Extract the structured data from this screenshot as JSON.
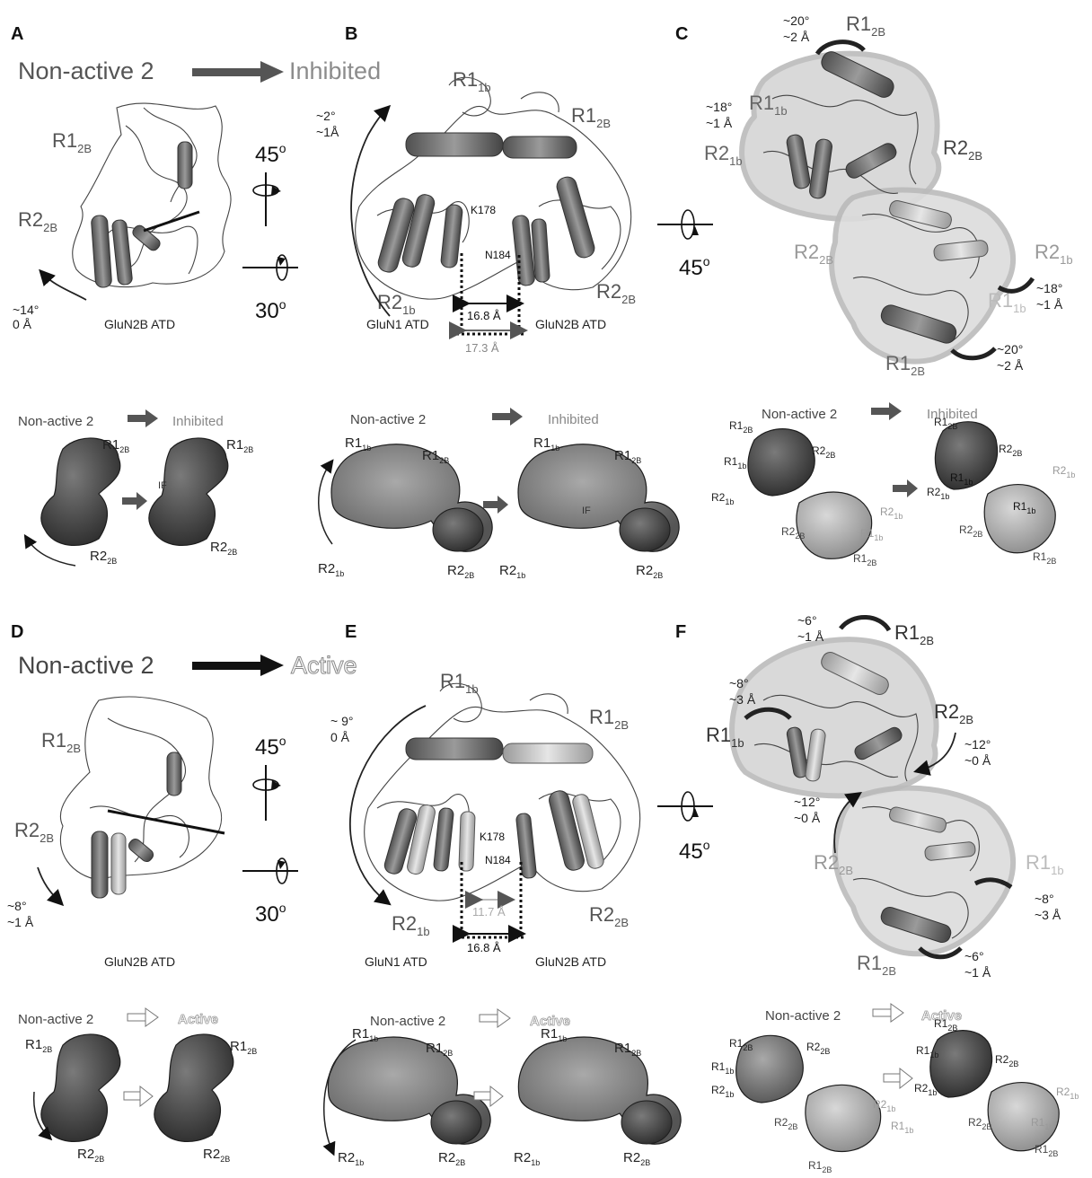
{
  "figure": {
    "panel_labels": [
      "A",
      "B",
      "C",
      "D",
      "E",
      "F"
    ],
    "top": {
      "transition_from": "Non-active 2",
      "transition_to": "Inhibited",
      "A": {
        "R1": "R1",
        "R1_sub": "2B",
        "R2": "R2",
        "R2_sub": "2B",
        "angle": "~14°",
        "shift": "0 Å",
        "caption": "GluN2B ATD"
      },
      "rotation": {
        "top": "45",
        "bottom": "30",
        "unit": "o"
      },
      "B": {
        "angle": "~2°",
        "shift": "~1Å",
        "R1a": "R1",
        "R1a_sub": "1b",
        "R1b": "R1",
        "R1b_sub": "2B",
        "R2a": "R2",
        "R2a_sub": "1b",
        "R2b": "R2",
        "R2b_sub": "2B",
        "residue1": "K178",
        "residue2": "N184",
        "dist_dark": "16.8 Å",
        "dist_gray": "17.3 Å",
        "caption_left": "GluN1 ATD",
        "caption_right": "GluN2B ATD"
      },
      "rotation_C": {
        "label": "45",
        "unit": "o"
      },
      "C": {
        "a1": "~20°",
        "s1": "~2 Å",
        "a2": "~18°",
        "s2": "~1 Å",
        "a3": "~18°",
        "s3": "~1 Å",
        "a4": "~20°",
        "s4": "~2 Å",
        "R1_2B": "R1",
        "R1_1b": "R1",
        "R2_1b": "R2",
        "R2_2B": "R2",
        "sub_2B": "2B",
        "sub_1b": "1b"
      },
      "mini": {
        "from": "Non-active 2",
        "to": "Inhibited",
        "IF": "IF",
        "R1": "R1",
        "R2": "R2",
        "sub_2B": "2B",
        "sub_1b": "1b"
      }
    },
    "bottom": {
      "transition_from": "Non-active 2",
      "transition_to": "Active",
      "D": {
        "angle": "~8°",
        "shift": "~1 Å",
        "caption": "GluN2B ATD"
      },
      "E": {
        "angle": "~ 9°",
        "shift": "0 Å",
        "residue1": "K178",
        "residue2": "N184",
        "dist_light": "11.7 Å",
        "dist_dark": "16.8 Å",
        "caption_left": "GluN1 ATD",
        "caption_right": "GluN2B ATD"
      },
      "F": {
        "a1": "~6°",
        "s1": "~1 Å",
        "a2": "~8°",
        "s2": "~3 Å",
        "a3": "~12°",
        "s3": "~0 Å",
        "a4": "~12°",
        "s4": "~0 Å",
        "a5": "~8°",
        "s5": "~3 Å",
        "a6": "~6°",
        "s6": "~1 Å"
      },
      "mini": {
        "from": "Non-active 2",
        "to": "Active"
      }
    }
  }
}
